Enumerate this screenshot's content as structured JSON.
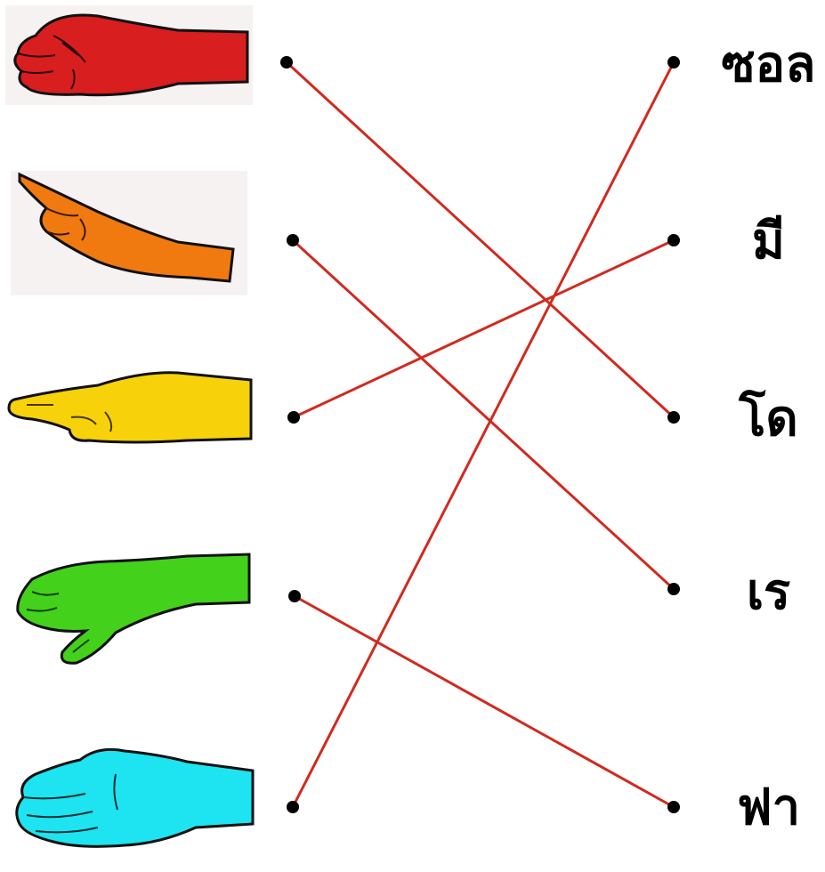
{
  "colors": {
    "line": "#d12a1f",
    "dot": "#000000",
    "hand_red": "#d81e1e",
    "hand_orange": "#f07a10",
    "hand_yellow": "#f7d20a",
    "hand_green": "#44d11b",
    "hand_cyan": "#1de4f0"
  },
  "hands": [
    {
      "name": "fist-hand",
      "color_key": "hand_red"
    },
    {
      "name": "pointing-down-hand",
      "color_key": "hand_orange"
    },
    {
      "name": "flat-hand",
      "color_key": "hand_yellow"
    },
    {
      "name": "cupped-down-hand",
      "color_key": "hand_green"
    },
    {
      "name": "open-palm-hand",
      "color_key": "hand_cyan"
    }
  ],
  "syllables": [
    "ซอล",
    "มี",
    "โด",
    "เร",
    "ฟา"
  ],
  "connections": [
    {
      "from": 0,
      "to": 2
    },
    {
      "from": 1,
      "to": 3
    },
    {
      "from": 2,
      "to": 1
    },
    {
      "from": 3,
      "to": 4
    },
    {
      "from": 4,
      "to": 0
    }
  ]
}
